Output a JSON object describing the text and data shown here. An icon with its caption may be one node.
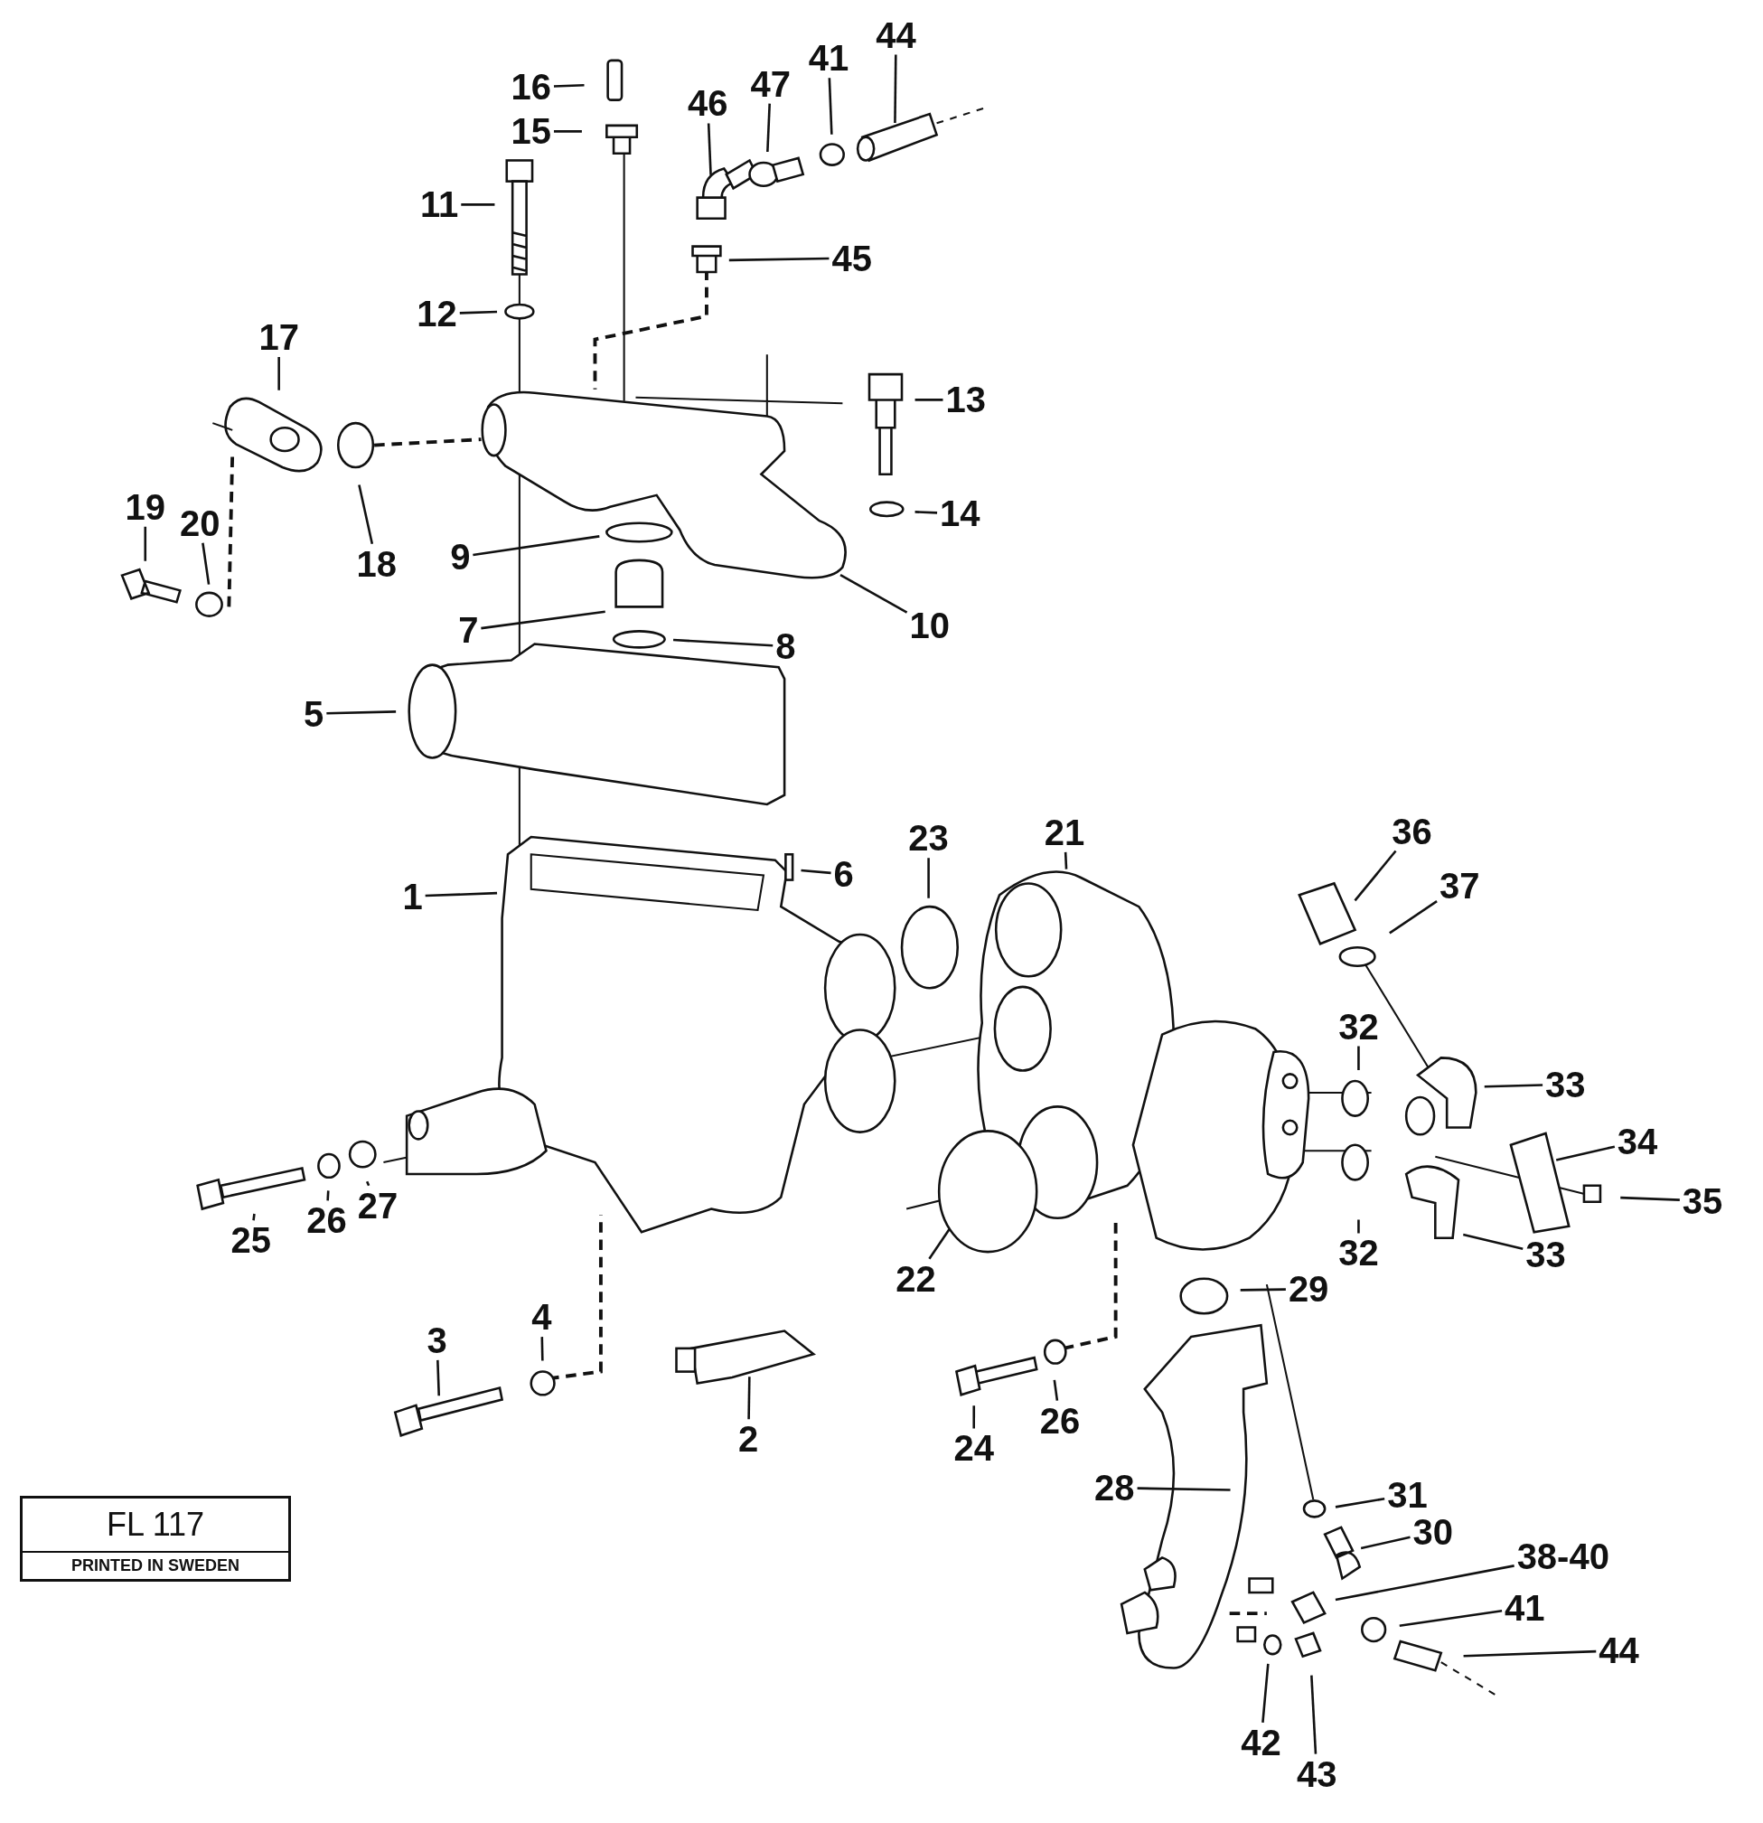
{
  "diagram": {
    "nodes": [
      {
        "text": [
          "16"
        ]
      },
      {
        "text": [
          "15"
        ]
      },
      {
        "text": [
          "11"
        ]
      },
      {
        "text": [
          "12"
        ]
      },
      {
        "text": [
          "46"
        ]
      },
      {
        "text": [
          "47"
        ]
      },
      {
        "text": [
          "41"
        ]
      },
      {
        "text": [
          "44"
        ]
      },
      {
        "text": [
          "45"
        ]
      },
      {
        "text": [
          "17"
        ]
      },
      {
        "text": [
          "13"
        ]
      },
      {
        "text": [
          "14"
        ]
      },
      {
        "text": [
          "19"
        ]
      },
      {
        "text": [
          "20"
        ]
      },
      {
        "text": [
          "18"
        ]
      },
      {
        "text": [
          "9"
        ]
      },
      {
        "text": [
          "10"
        ]
      },
      {
        "text": [
          "7"
        ]
      },
      {
        "text": [
          "8"
        ]
      },
      {
        "text": [
          "5"
        ]
      },
      {
        "text": [
          "1"
        ]
      },
      {
        "text": [
          "6"
        ]
      },
      {
        "text": [
          "23"
        ]
      },
      {
        "text": [
          "21"
        ]
      },
      {
        "text": [
          "36"
        ]
      },
      {
        "text": [
          "37"
        ]
      },
      {
        "text": [
          "32"
        ]
      },
      {
        "text": [
          "33"
        ]
      },
      {
        "text": [
          "34"
        ]
      },
      {
        "text": [
          "35"
        ]
      },
      {
        "text": [
          "32"
        ]
      },
      {
        "text": [
          "33"
        ]
      },
      {
        "text": [
          "22"
        ]
      },
      {
        "text": [
          "29"
        ]
      },
      {
        "text": [
          "25"
        ]
      },
      {
        "text": [
          "26"
        ]
      },
      {
        "text": [
          "27"
        ]
      },
      {
        "text": [
          "3"
        ]
      },
      {
        "text": [
          "4"
        ]
      },
      {
        "text": [
          "2"
        ]
      },
      {
        "text": [
          "24"
        ]
      },
      {
        "text": [
          "26"
        ]
      },
      {
        "text": [
          "28"
        ]
      },
      {
        "text": [
          "31"
        ]
      },
      {
        "text": [
          "30"
        ]
      },
      {
        "text": [
          "38-40"
        ]
      },
      {
        "text": [
          "41"
        ]
      },
      {
        "text": [
          "44"
        ]
      },
      {
        "text": [
          "42"
        ]
      },
      {
        "text": [
          "43"
        ]
      }
    ],
    "edges": [
      {
        "from": 0,
        "to": null,
        "arrow": "none"
      },
      {
        "from": 1,
        "to": null,
        "arrow": "none"
      },
      {
        "from": 2,
        "to": null,
        "arrow": "none"
      },
      {
        "from": 3,
        "to": null,
        "arrow": "none"
      },
      {
        "from": 4,
        "to": null,
        "arrow": "none"
      },
      {
        "from": 5,
        "to": null,
        "arrow": "none"
      },
      {
        "from": 6,
        "to": null,
        "arrow": "none"
      },
      {
        "from": 7,
        "to": null,
        "arrow": "none"
      },
      {
        "from": 8,
        "to": null,
        "arrow": "none"
      },
      {
        "from": 9,
        "to": null,
        "arrow": "none"
      },
      {
        "from": 10,
        "to": null,
        "arrow": "none"
      },
      {
        "from": 11,
        "to": null,
        "arrow": "none"
      },
      {
        "from": 12,
        "to": null,
        "arrow": "none"
      },
      {
        "from": 13,
        "to": null,
        "arrow": "none"
      },
      {
        "from": 14,
        "to": null,
        "arrow": "none"
      },
      {
        "from": 15,
        "to": null,
        "arrow": "none"
      },
      {
        "from": 16,
        "to": null,
        "arrow": "none"
      },
      {
        "from": 17,
        "to": null,
        "arrow": "none"
      },
      {
        "from": 18,
        "to": null,
        "arrow": "none"
      },
      {
        "from": 19,
        "to": null,
        "arrow": "none"
      },
      {
        "from": 20,
        "to": null,
        "arrow": "none"
      },
      {
        "from": 21,
        "to": null,
        "arrow": "none"
      },
      {
        "from": 22,
        "to": null,
        "arrow": "none"
      },
      {
        "from": 23,
        "to": null,
        "arrow": "none"
      },
      {
        "from": 24,
        "to": null,
        "arrow": "none"
      },
      {
        "from": 25,
        "to": null,
        "arrow": "none"
      },
      {
        "from": 26,
        "to": null,
        "arrow": "none"
      },
      {
        "from": 27,
        "to": null,
        "arrow": "none"
      },
      {
        "from": 28,
        "to": null,
        "arrow": "none"
      },
      {
        "from": 29,
        "to": null,
        "arrow": "none"
      },
      {
        "from": 30,
        "to": null,
        "arrow": "none"
      },
      {
        "from": 31,
        "to": null,
        "arrow": "none"
      },
      {
        "from": 32,
        "to": null,
        "arrow": "none"
      },
      {
        "from": 33,
        "to": null,
        "arrow": "none"
      },
      {
        "from": 34,
        "to": null,
        "arrow": "none"
      },
      {
        "from": 35,
        "to": null,
        "arrow": "none"
      },
      {
        "from": 36,
        "to": null,
        "arrow": "none"
      },
      {
        "from": 37,
        "to": null,
        "arrow": "none"
      },
      {
        "from": 38,
        "to": null,
        "arrow": "none"
      },
      {
        "from": 39,
        "to": null,
        "arrow": "none"
      },
      {
        "from": 40,
        "to": null,
        "arrow": "none"
      },
      {
        "from": 41,
        "to": null,
        "arrow": "none"
      },
      {
        "from": 42,
        "to": null,
        "arrow": "none"
      },
      {
        "from": 43,
        "to": null,
        "arrow": "none"
      },
      {
        "from": 44,
        "to": null,
        "arrow": "none"
      },
      {
        "from": 45,
        "to": null,
        "arrow": "none"
      },
      {
        "from": 46,
        "to": null,
        "arrow": "none"
      },
      {
        "from": 47,
        "to": null,
        "arrow": "none"
      },
      {
        "from": 48,
        "to": null,
        "arrow": "none"
      },
      {
        "from": 49,
        "to": null,
        "arrow": "none"
      }
    ],
    "labels": [
      "FL 117",
      "PRINTED IN SWEDEN"
    ]
  }
}
